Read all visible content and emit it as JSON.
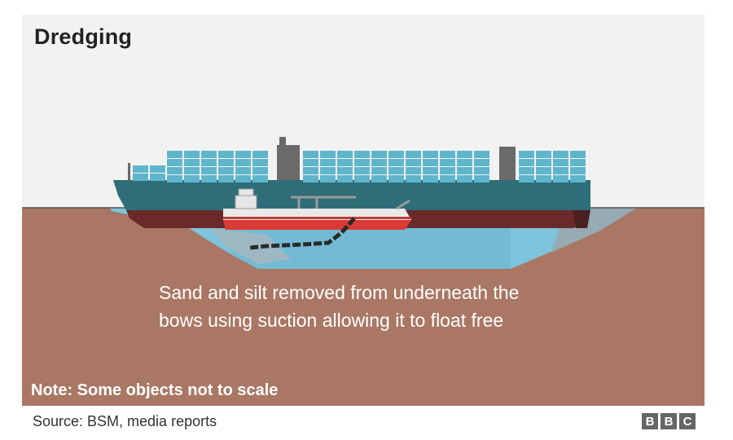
{
  "title": "Dredging",
  "caption": {
    "line1": "Sand and silt removed from underneath the",
    "line2": "bows using suction allowing it to float free"
  },
  "note": "Note: Some objects not to scale",
  "source": "Source: BSM, media reports",
  "logo": [
    "B",
    "B",
    "C"
  ],
  "colors": {
    "background": "#f2f2f2",
    "ground": "#a97764",
    "water": "#7ec4dc",
    "hull_upper": "#2e6e78",
    "hull_lower": "#6b2a2a",
    "containers": "#5fb6cc",
    "dredger_red": "#d93a35"
  }
}
